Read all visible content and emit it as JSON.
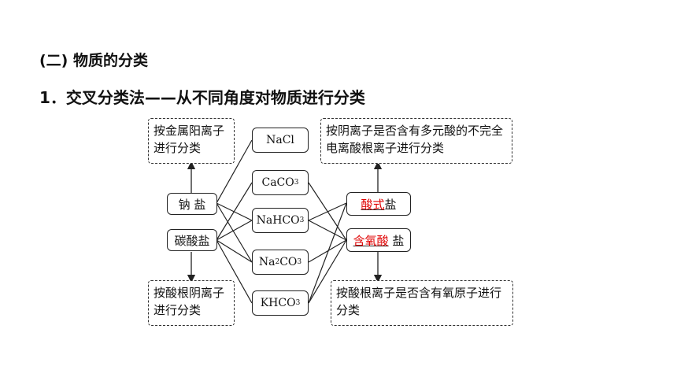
{
  "headings": {
    "section": "(二) 物质的分类",
    "method": "1．交叉分类法——从不同角度对物质进行分类"
  },
  "notes": {
    "metal_cation": "按金属阳离子进行分类",
    "acid_anion": "按酸根阴离子进行分类",
    "anion_acid_salt": "按阴离子是否含有多元酸的不完全电离酸根离子进行分类",
    "oxygen_acid": "按酸根离子是否含有氧原子进行分类"
  },
  "left_categories": {
    "sodium_salt": "钠 盐",
    "carbonate": "碳酸盐"
  },
  "substances": {
    "nacl": "NaCl",
    "caco3": {
      "base": "CaCO",
      "sub": "3"
    },
    "nahco3": {
      "base": "NaHCO",
      "sub": "3"
    },
    "na2co3": {
      "p1": "Na",
      "s1": "2",
      "p2": "CO",
      "s2": "3"
    },
    "khco3": {
      "base": "KHCO",
      "sub": "3"
    }
  },
  "right_categories": {
    "acid_salt": {
      "answer": "酸式",
      "suffix": "盐"
    },
    "oxy_salt": {
      "answer": "含氧酸",
      "suffix": " 盐"
    }
  },
  "colors": {
    "answer": "#e00000",
    "line": "#222222"
  }
}
